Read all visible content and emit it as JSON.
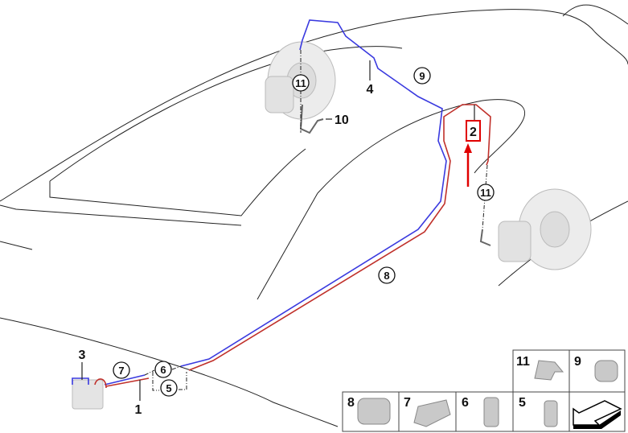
{
  "diagram": {
    "callouts": [
      {
        "id": "11a",
        "text": "11",
        "style": "circle"
      },
      {
        "id": "4",
        "text": "4",
        "style": "plain"
      },
      {
        "id": "9",
        "text": "9",
        "style": "circle"
      },
      {
        "id": "10",
        "text": "10",
        "style": "plain"
      },
      {
        "id": "2",
        "text": "2",
        "style": "highlighted-box"
      },
      {
        "id": "11b",
        "text": "11",
        "style": "circle"
      },
      {
        "id": "8",
        "text": "8",
        "style": "circle"
      },
      {
        "id": "3",
        "text": "3",
        "style": "plain"
      },
      {
        "id": "7",
        "text": "7",
        "style": "circle"
      },
      {
        "id": "6",
        "text": "6",
        "style": "circle"
      },
      {
        "id": "5",
        "text": "5",
        "style": "circle"
      },
      {
        "id": "1",
        "text": "1",
        "style": "plain"
      }
    ],
    "legend": [
      "11",
      "9",
      "8",
      "7",
      "6",
      "5"
    ],
    "colors": {
      "front_line": "#3a3adf",
      "rear_line": "#c0302a",
      "highlight": "#e00000"
    }
  }
}
